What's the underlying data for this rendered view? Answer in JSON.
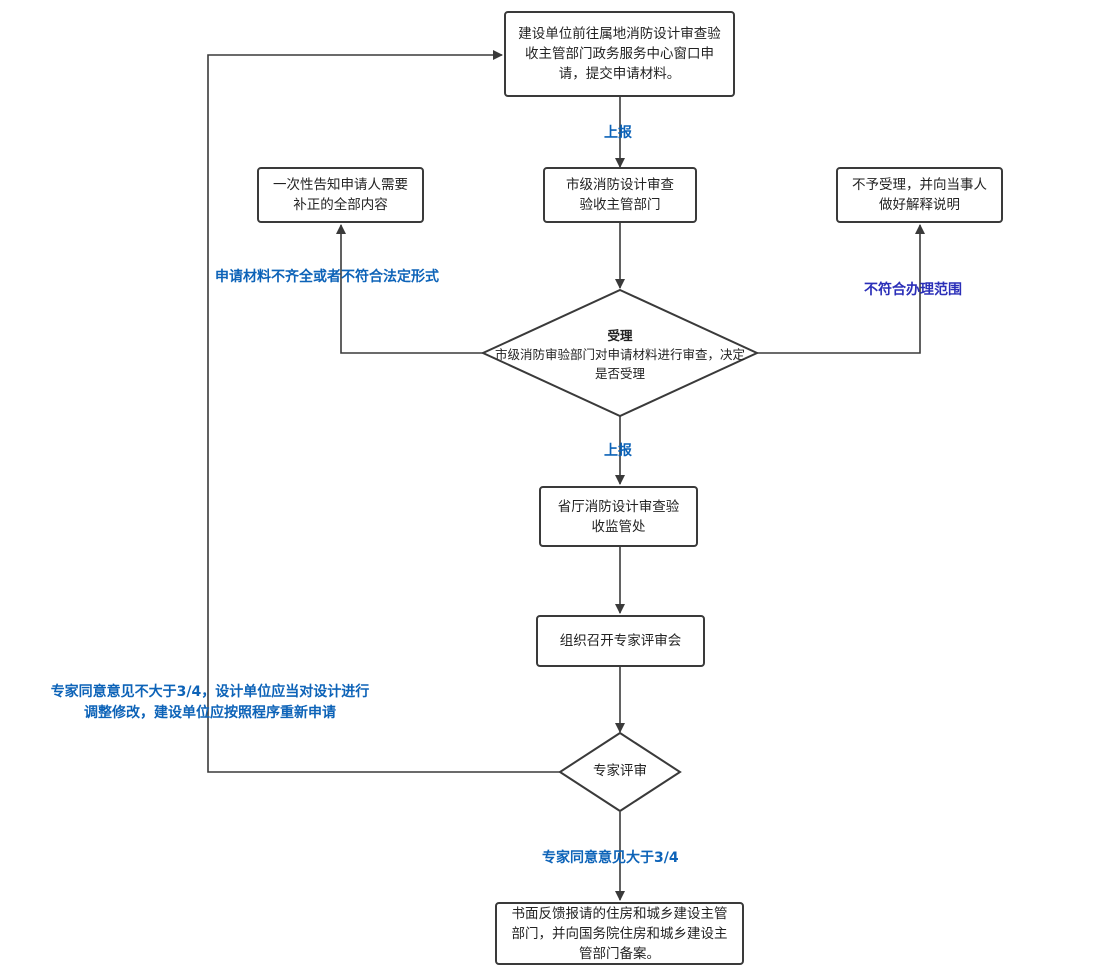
{
  "nodes": {
    "apply": "建设单位前往属地消防设计审查验收主管部门政务服务中心窗口申请，提交申请材料。",
    "city_dept": "市级消防设计审查验收主管部门",
    "notify_supplement": "一次性告知申请人需要补正的全部内容",
    "reject_explain": "不予受理，并向当事人做好解释说明",
    "accept_title": "受理",
    "accept_desc": "市级消防审验部门对申请材料进行审查，决定是否受理",
    "province_office": "省厅消防设计审查验收监管处",
    "expert_meeting": "组织召开专家评审会",
    "expert_review": "专家评审",
    "final_report": "书面反馈报请的住房和城乡建设主管部门，并向国务院住房和城乡建设主管部门备案。"
  },
  "edge_labels": {
    "report1": "上报",
    "report2": "上报",
    "incomplete": "申请材料不齐全或者不符合法定形式",
    "out_of_scope": "不符合办理范围",
    "revise_line1": "专家同意意见不大于3/4，设计单位应当对设计进行",
    "revise_line2": "调整修改，建设单位应按照程序重新申请",
    "approve": "专家同意意见大于3/4"
  },
  "colors": {
    "line": "#3a3a3a",
    "label_blue": "#0d63b8",
    "label_purple": "#2b2fb8"
  }
}
